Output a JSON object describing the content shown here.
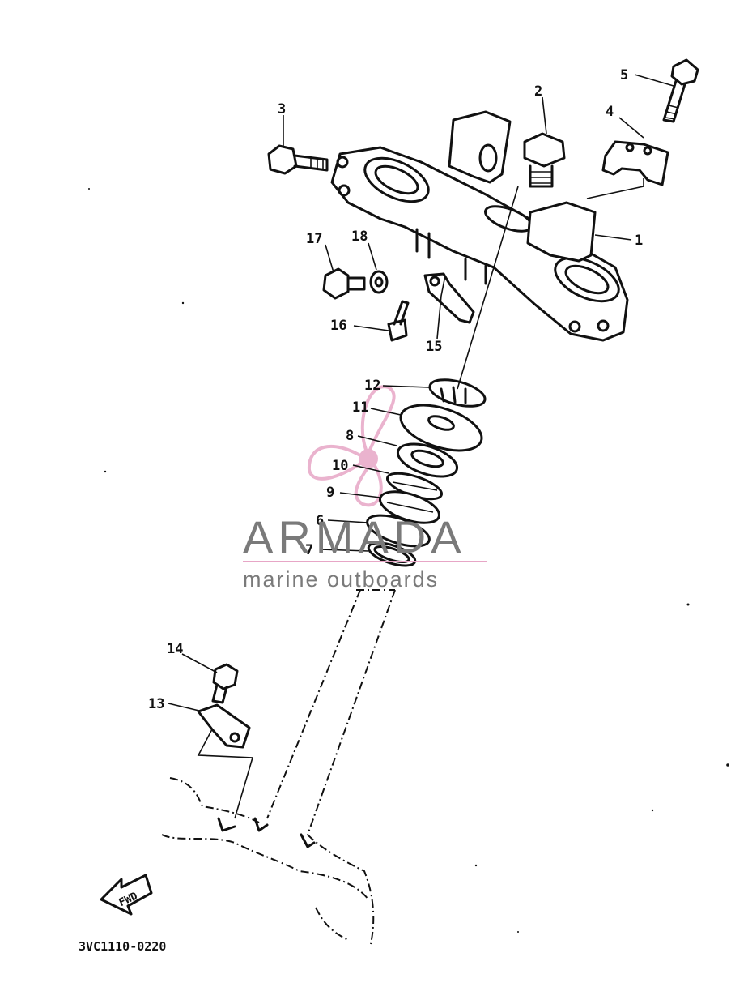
{
  "callouts": [
    "1",
    "2",
    "3",
    "4",
    "5",
    "6",
    "7",
    "8",
    "9",
    "10",
    "11",
    "12",
    "13",
    "14",
    "15",
    "16",
    "17",
    "18"
  ],
  "watermark": {
    "brand": "ARMADA",
    "tagline": "marine outboards"
  },
  "diagram_code": "3VC1110-0220",
  "fwd_label": "FWD"
}
